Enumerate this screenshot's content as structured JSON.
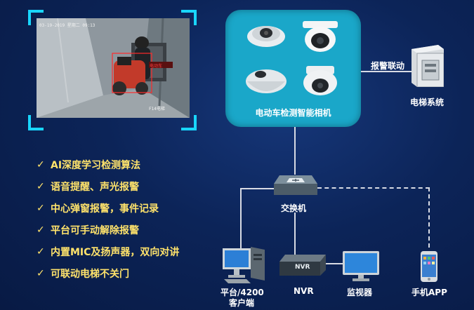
{
  "snapshot": {
    "timestamp": "03-19-2019  星期二 09:13",
    "alert_label": "电动车",
    "camera_label": "F14电梯"
  },
  "camera_panel": {
    "title": "电动车检测智能相机"
  },
  "alarm_link": {
    "label": "报警联动"
  },
  "elevator": {
    "label": "电梯系统"
  },
  "switch": {
    "label": "交换机"
  },
  "devices": {
    "platform_line1": "平台/4200",
    "platform_line2": "客户端",
    "nvr": "NVR",
    "nvr_box_text": "NVR",
    "monitor": "监视器",
    "phone": "手机APP"
  },
  "features": [
    {
      "check": "✓",
      "text": "AI深度学习检测算法"
    },
    {
      "check": "✓",
      "text": "语音提醒、声光报警"
    },
    {
      "check": "✓",
      "text": "中心弹窗报警，事件记录"
    },
    {
      "check": "✓",
      "text": "平台可手动解除报警"
    },
    {
      "check": "✓",
      "text": "内置MIC及扬声器，双向对讲"
    },
    {
      "check": "✓",
      "text": "可联动电梯不关门"
    }
  ],
  "colors": {
    "background": "#0c2458",
    "panel": "#1aa7c9",
    "accent": "#19d6ff",
    "feature_text": "#ffe36b"
  }
}
